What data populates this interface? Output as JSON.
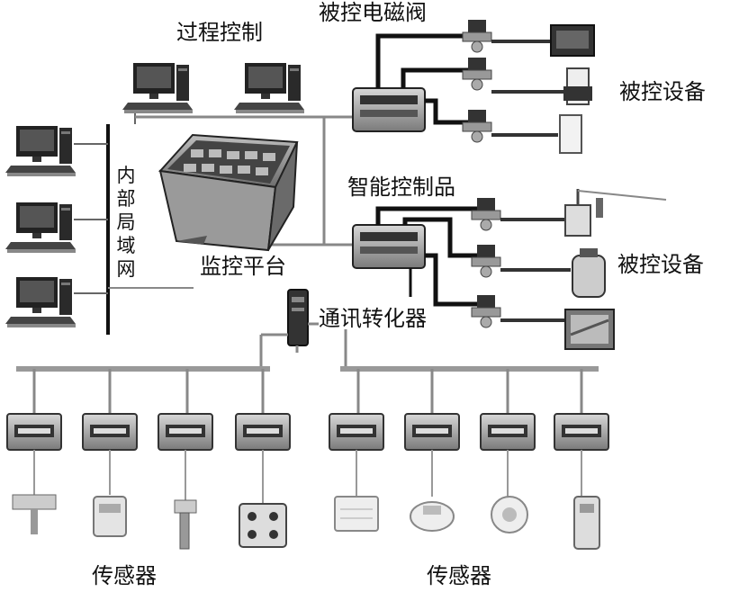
{
  "labels": {
    "process_control": "过程控制",
    "solenoid_valve": "被控电磁阀",
    "controlled_equipment_1": "被控设备",
    "controlled_equipment_2": "被控设备",
    "lan": "内部局域网",
    "smart_controller": "智能控制品",
    "monitoring_platform": "监控平台",
    "comm_converter": "通讯转化器",
    "sensors_left": "传感器",
    "sensors_right": "传感器"
  }
}
